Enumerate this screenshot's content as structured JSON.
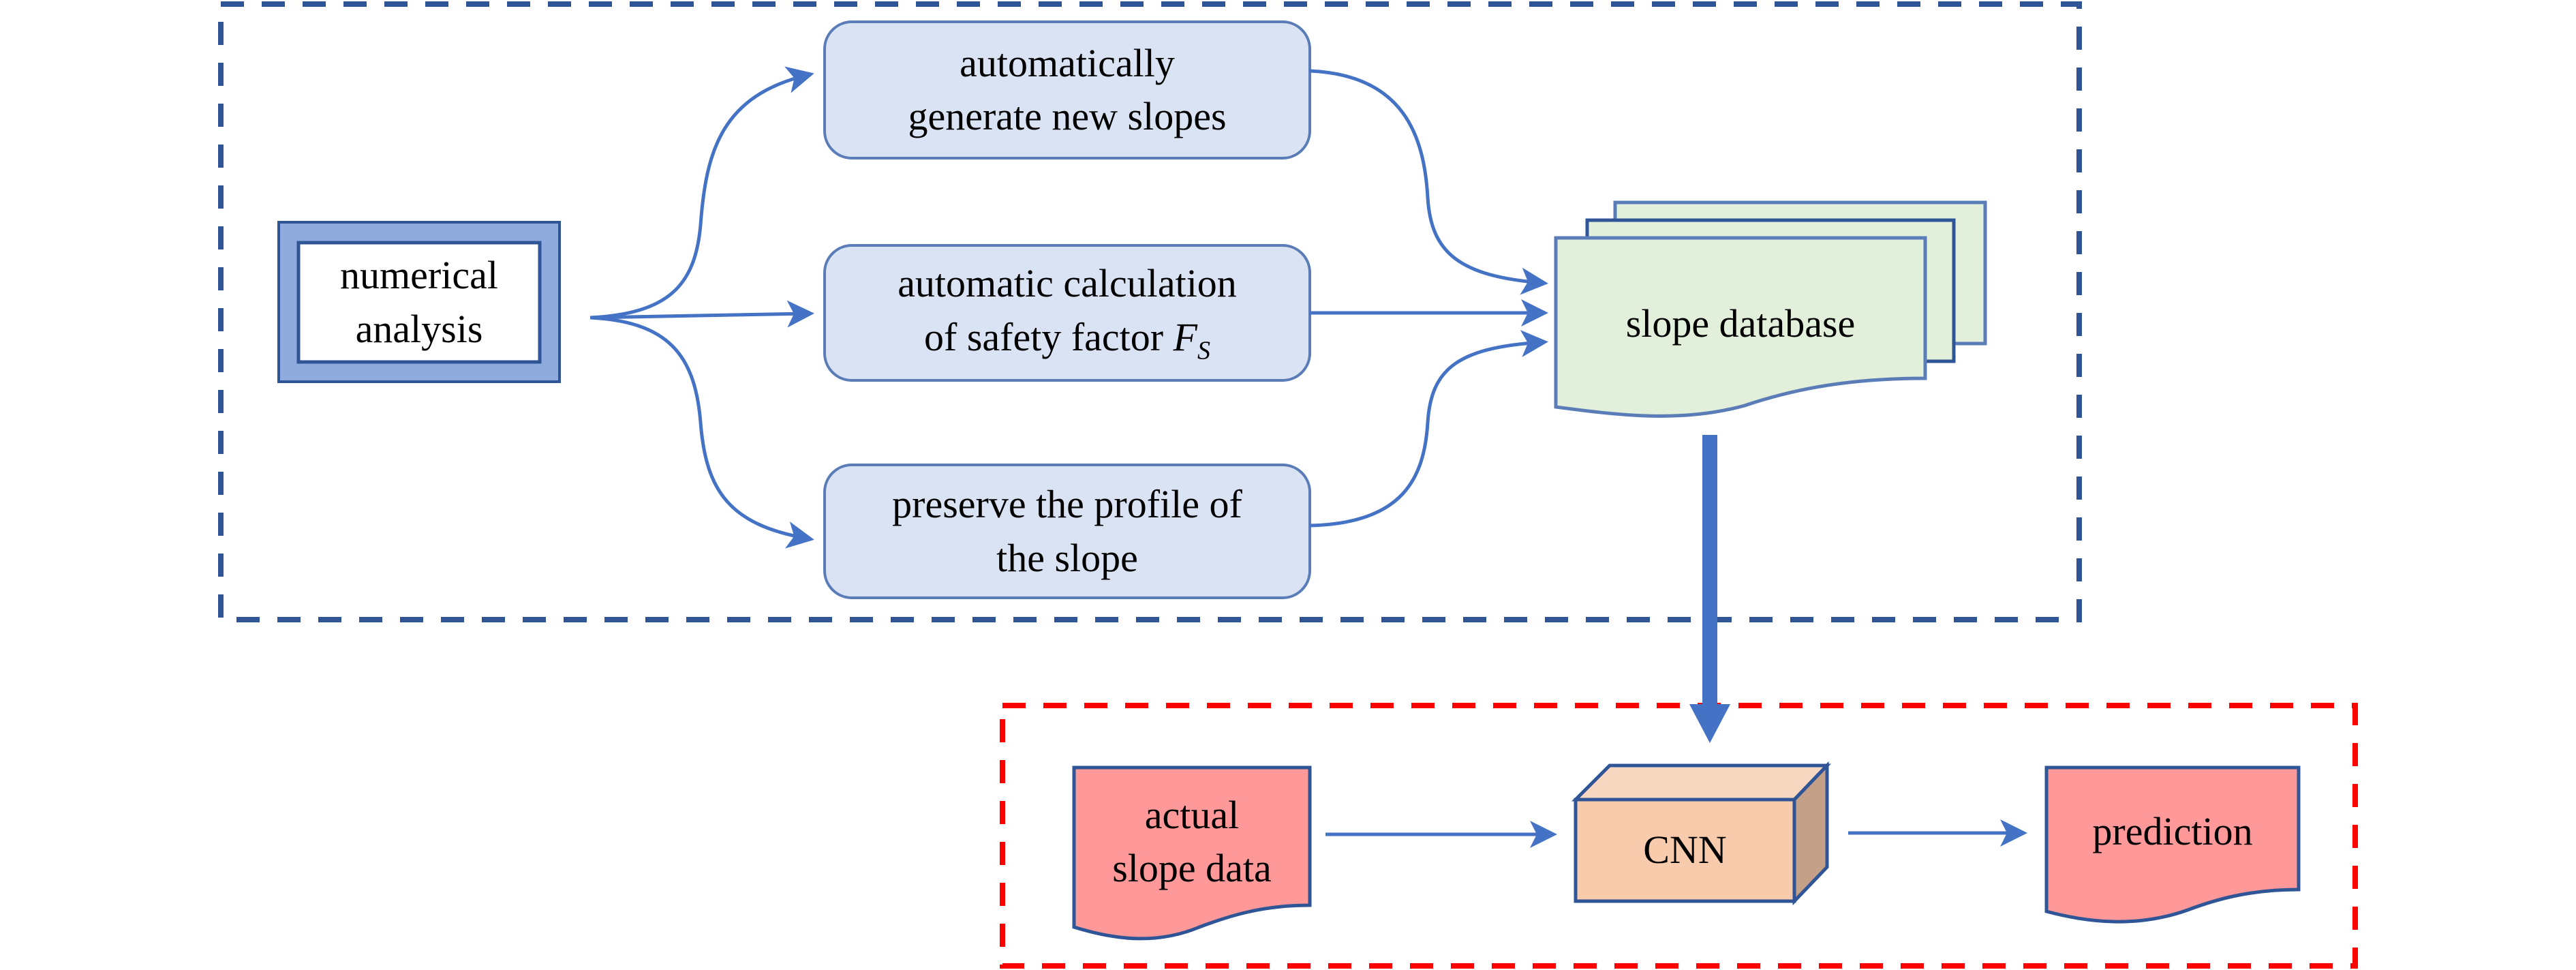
{
  "colors": {
    "frame_top": "#2F5597",
    "frame_bottom": "#FF0000",
    "process_fill": "#DAE3F3",
    "process_stroke": "#5A7DB8",
    "numerical_fill": "#8FAADC",
    "numerical_stroke": "#2F5597",
    "database_fill": "#E2EFDA",
    "database_stroke": "#5A7DB8",
    "doc_fill": "#FF9999",
    "cnn_front": "#F8CBAD",
    "cnn_top": "#F8D7C0",
    "cnn_side": "#C5A088",
    "arrow": "#4472C4"
  },
  "generation_stage": {
    "source": {
      "line1": "numerical",
      "line2": "analysis"
    },
    "steps": [
      {
        "line1": "automatically",
        "line2": "generate new slopes"
      },
      {
        "line1": "automatic calculation",
        "line2": "of safety factor ",
        "symbol": "F",
        "subscript": "S"
      },
      {
        "line1": "preserve the profile of",
        "line2": "the slope"
      }
    ],
    "database": {
      "label": "slope database"
    }
  },
  "prediction_stage": {
    "input": {
      "line1": "actual",
      "line2": "slope data"
    },
    "model": {
      "label": "CNN"
    },
    "output": {
      "label": "prediction"
    }
  }
}
